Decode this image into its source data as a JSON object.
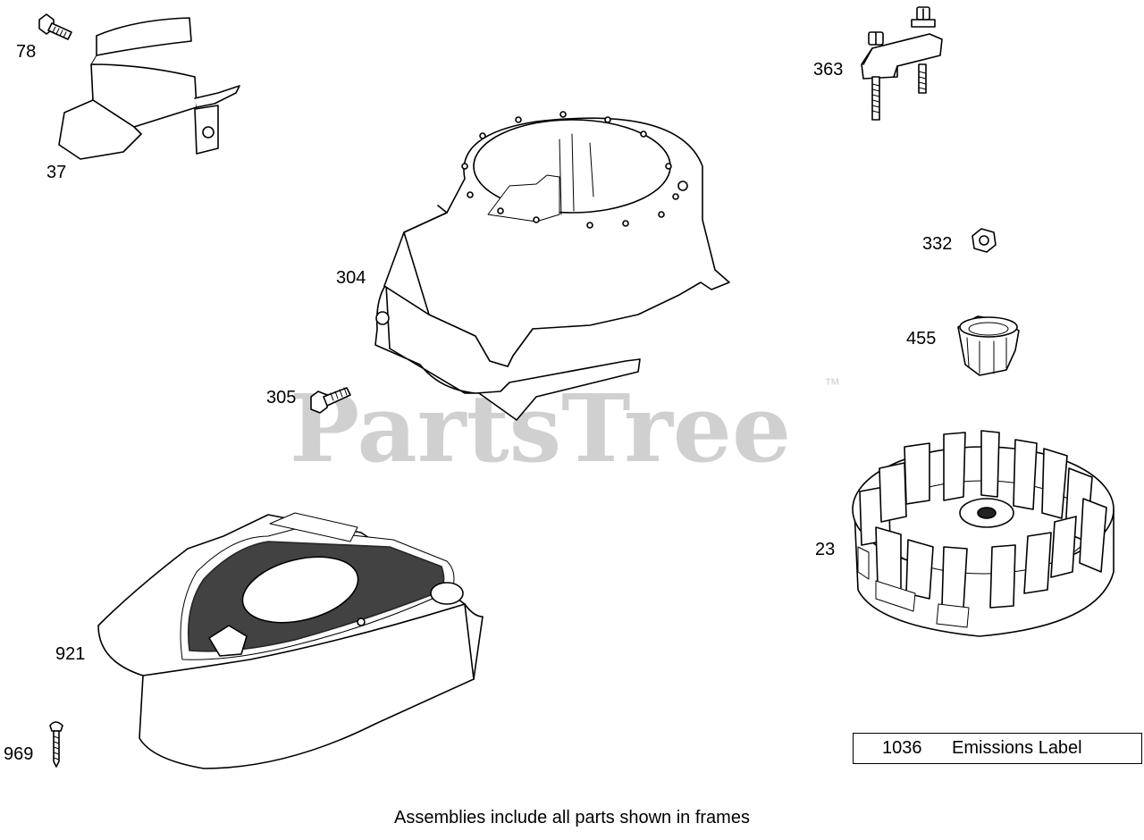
{
  "watermark": {
    "text": "PartsTree",
    "trademark": "™",
    "color": "#d0d0d0"
  },
  "labels": {
    "p78": "78",
    "p37": "37",
    "p304": "304",
    "p305": "305",
    "p363": "363",
    "p332": "332",
    "p455": "455",
    "p23": "23",
    "p921": "921",
    "p969": "969"
  },
  "frame_box": {
    "number": "1036",
    "description": "Emissions Label"
  },
  "footer": {
    "caption": "Assemblies include all parts shown in frames"
  },
  "parts": [
    {
      "ref": "78",
      "icon": "hex-bolt-icon"
    },
    {
      "ref": "37",
      "icon": "air-guide-shield-icon"
    },
    {
      "ref": "304",
      "icon": "blower-housing-icon"
    },
    {
      "ref": "305",
      "icon": "hex-bolt-icon"
    },
    {
      "ref": "363",
      "icon": "rocker-bracket-icon"
    },
    {
      "ref": "332",
      "icon": "hex-nut-icon"
    },
    {
      "ref": "455",
      "icon": "starter-cup-icon"
    },
    {
      "ref": "23",
      "icon": "flywheel-icon"
    },
    {
      "ref": "921",
      "icon": "engine-cover-icon"
    },
    {
      "ref": "969",
      "icon": "screw-icon"
    }
  ]
}
